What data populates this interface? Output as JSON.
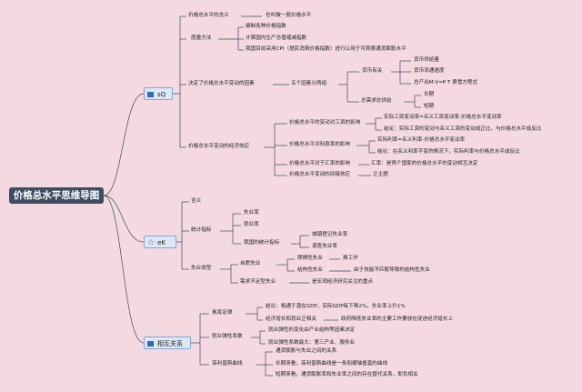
{
  "title": "价格总水平思维导图",
  "branches": {
    "b1": {
      "label": "sQ",
      "def": "价格总水平的含义",
      "def_desc": "也叫做一般价格水平",
      "measure": "度量方法",
      "m1": "编制各种价格指数",
      "m2": "计算国内生产总值缩减指数",
      "m3": "我国目前采用CPI（居民消费价格指数）进行以用于可观察通货膨胀水平",
      "factors": "决定了价格总水平变动的因素",
      "five": "五个因素分两组",
      "supply_money": "货币有关",
      "s1": "货币供给量",
      "s2": "货币流通速度",
      "s3": "总产出M·V=P·T 费雪方程式",
      "demand": "总需求总供给",
      "d1": "长期",
      "d2": "短期",
      "effects": "价格总水平变动的经济效应",
      "e1": "价格总水平的变动对工资的影响",
      "e1a": "实际工资变动率=名义工资变动率-价格总水平变动率",
      "e1b": "结论：实际工资的变动与名义工资的变动成正比，与价格总水平成反比",
      "e2": "价格总水平对利息率的影响",
      "e2a": "实际利率=名义利率-价格总水平变动率",
      "e2b": "结论：在名义利率不变的情况下，实际利率与价格总水平成反比",
      "e3": "价格总水平对于汇率的影响",
      "e3a": "汇率：是两个国家的价格总水平的变动相互决定",
      "e4": "价格总水平变动的间接效应",
      "e4a": "乏主题"
    },
    "b2": {
      "label": "eK",
      "def": "含义",
      "stat": "统计指标",
      "st1": "失业率",
      "st2": "就业率",
      "st3": "我国的统计指标",
      "st3a": "城镇登记失业率",
      "st3b": "调查失业率",
      "types": "失业类型",
      "nat": "自愿失业",
      "fric": "摩擦性失业",
      "fric_d": "换工作",
      "struct": "结构性失业",
      "struct_d": "由于技能不匹配导致的结构性失业",
      "demand": "需求不足型失业",
      "demand_d": "是宏观经济研究关注的重点"
    },
    "b3": {
      "label": "相互关系",
      "okun": "奥肯定律",
      "o1": "结论：相通于潜在GDP，实际GDP每下降2%，失业率上升1%",
      "o2": "经济增长和就业正相关",
      "o2d": "政府降低失业率的主要工作要放在促进经济增长上",
      "elastic": "就业弹性系数",
      "el1": "就业弹性的变化由产业结构等因素决定",
      "el2": "就业弹性系数最大：第三产业、服务业",
      "phillips": "菲利普斯曲线",
      "p1": "通货膨胀与失业之间的关系",
      "p2": "长期来看，菲利普斯曲线是一条和横轴垂直的曲线",
      "p3": "短期来看，通货膨胀率和失业率之间的存在替代关系，即负相关"
    }
  }
}
